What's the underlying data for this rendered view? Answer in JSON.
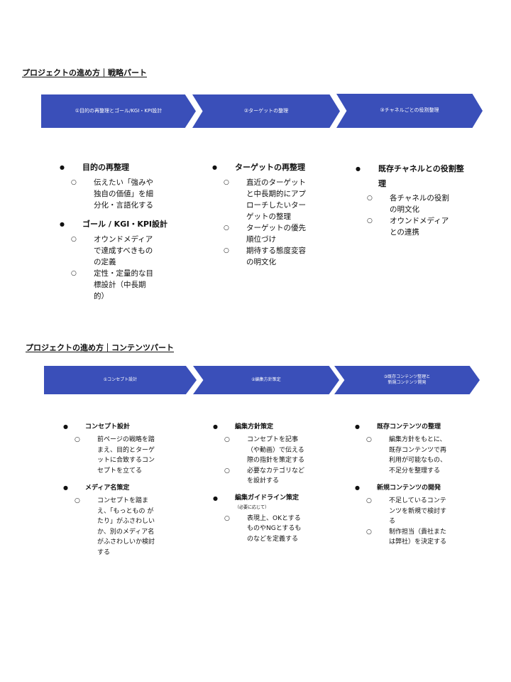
{
  "sections": [
    {
      "title": "プロジェクトの進め方｜戦略パート",
      "steps": [
        "①目的の再整理とゴール/KGI・KPI設計",
        "②ターゲットの整理",
        "③チャネルごとの役割整理"
      ],
      "columns": [
        {
          "items": [
            {
              "label": "目的の再整理",
              "subs": [
                "伝えたい「強みや独自の価値」を細分化・言語化する"
              ]
            },
            {
              "label": "ゴール / KGI・KPI設計",
              "subs": [
                "オウンドメディアで達成すべきものの定義",
                "定性・定量的な目標設計（中長期的）"
              ]
            }
          ]
        },
        {
          "items": [
            {
              "label": "ターゲットの再整理",
              "subs": [
                "直近のターゲットと中長期的にアプローチしたいターゲットの整理",
                "ターゲットの優先順位づけ",
                "期待する態度変容の明文化"
              ]
            }
          ]
        },
        {
          "items": [
            {
              "label": "既存チャネルとの役割整理",
              "subs": [
                "各チャネルの役割の明文化",
                "オウンドメディアとの連携"
              ]
            }
          ]
        }
      ]
    },
    {
      "title": "プロジェクトの進め方｜コンテンツパート",
      "steps": [
        "①コンセプト設計",
        "②編集方針策定",
        "③既存コンテンツ整理と\n新規コンテンツ開発"
      ],
      "columns": [
        {
          "items": [
            {
              "label": "コンセプト設計",
              "subs": [
                "前ページの戦略を踏まえ、目的とターゲットに合致するコンセプトを立てる"
              ]
            },
            {
              "label": "メディア名策定",
              "subs": [
                "コンセプトを踏まえ、「もっともの がたり」がふさわしいか、別のメディア名がふさわしいか検討する"
              ]
            }
          ]
        },
        {
          "items": [
            {
              "label": "編集方針策定",
              "subs": [
                "コンセプトを記事（や動画）で伝える際の指針を策定する",
                "必要なカテゴリなどを設計する"
              ]
            },
            {
              "label": "編集ガイドライン策定",
              "note": "（必要に応じて）",
              "subs": [
                "表現上、OKとするものやNGとするものなどを定義する"
              ]
            }
          ]
        },
        {
          "items": [
            {
              "label": "既存コンテンツの整理",
              "subs": [
                "編集方針をもとに、既存コンテンツで再利用が可能なもの、不足分を整理する"
              ]
            },
            {
              "label": "新規コンテンツの開発",
              "subs": [
                "不足しているコンテンツを新規で検討する",
                "制作担当（貴社または弊社）を決定する"
              ]
            }
          ]
        }
      ]
    }
  ]
}
